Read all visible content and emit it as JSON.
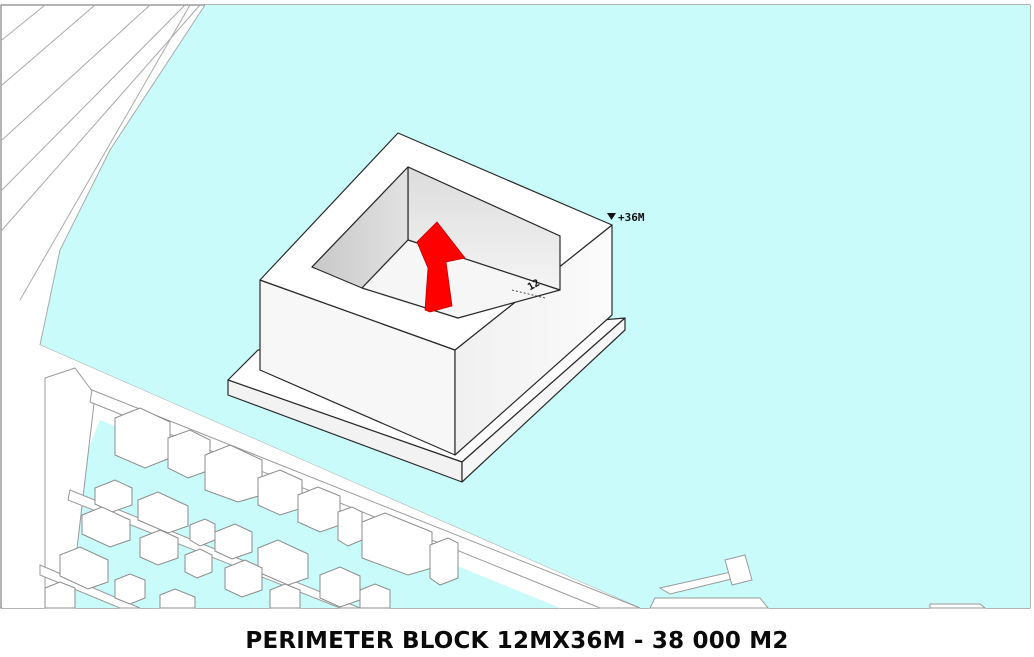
{
  "caption": "PERIMETER BLOCK 12MX36M - 38 000 M2",
  "annotations": {
    "height_label": "+36M",
    "depth_label": "12"
  },
  "colors": {
    "water": "#c9fbfb",
    "massing": "#ffffff",
    "arrow": "#ff0000",
    "line": "#2a2a2a"
  }
}
